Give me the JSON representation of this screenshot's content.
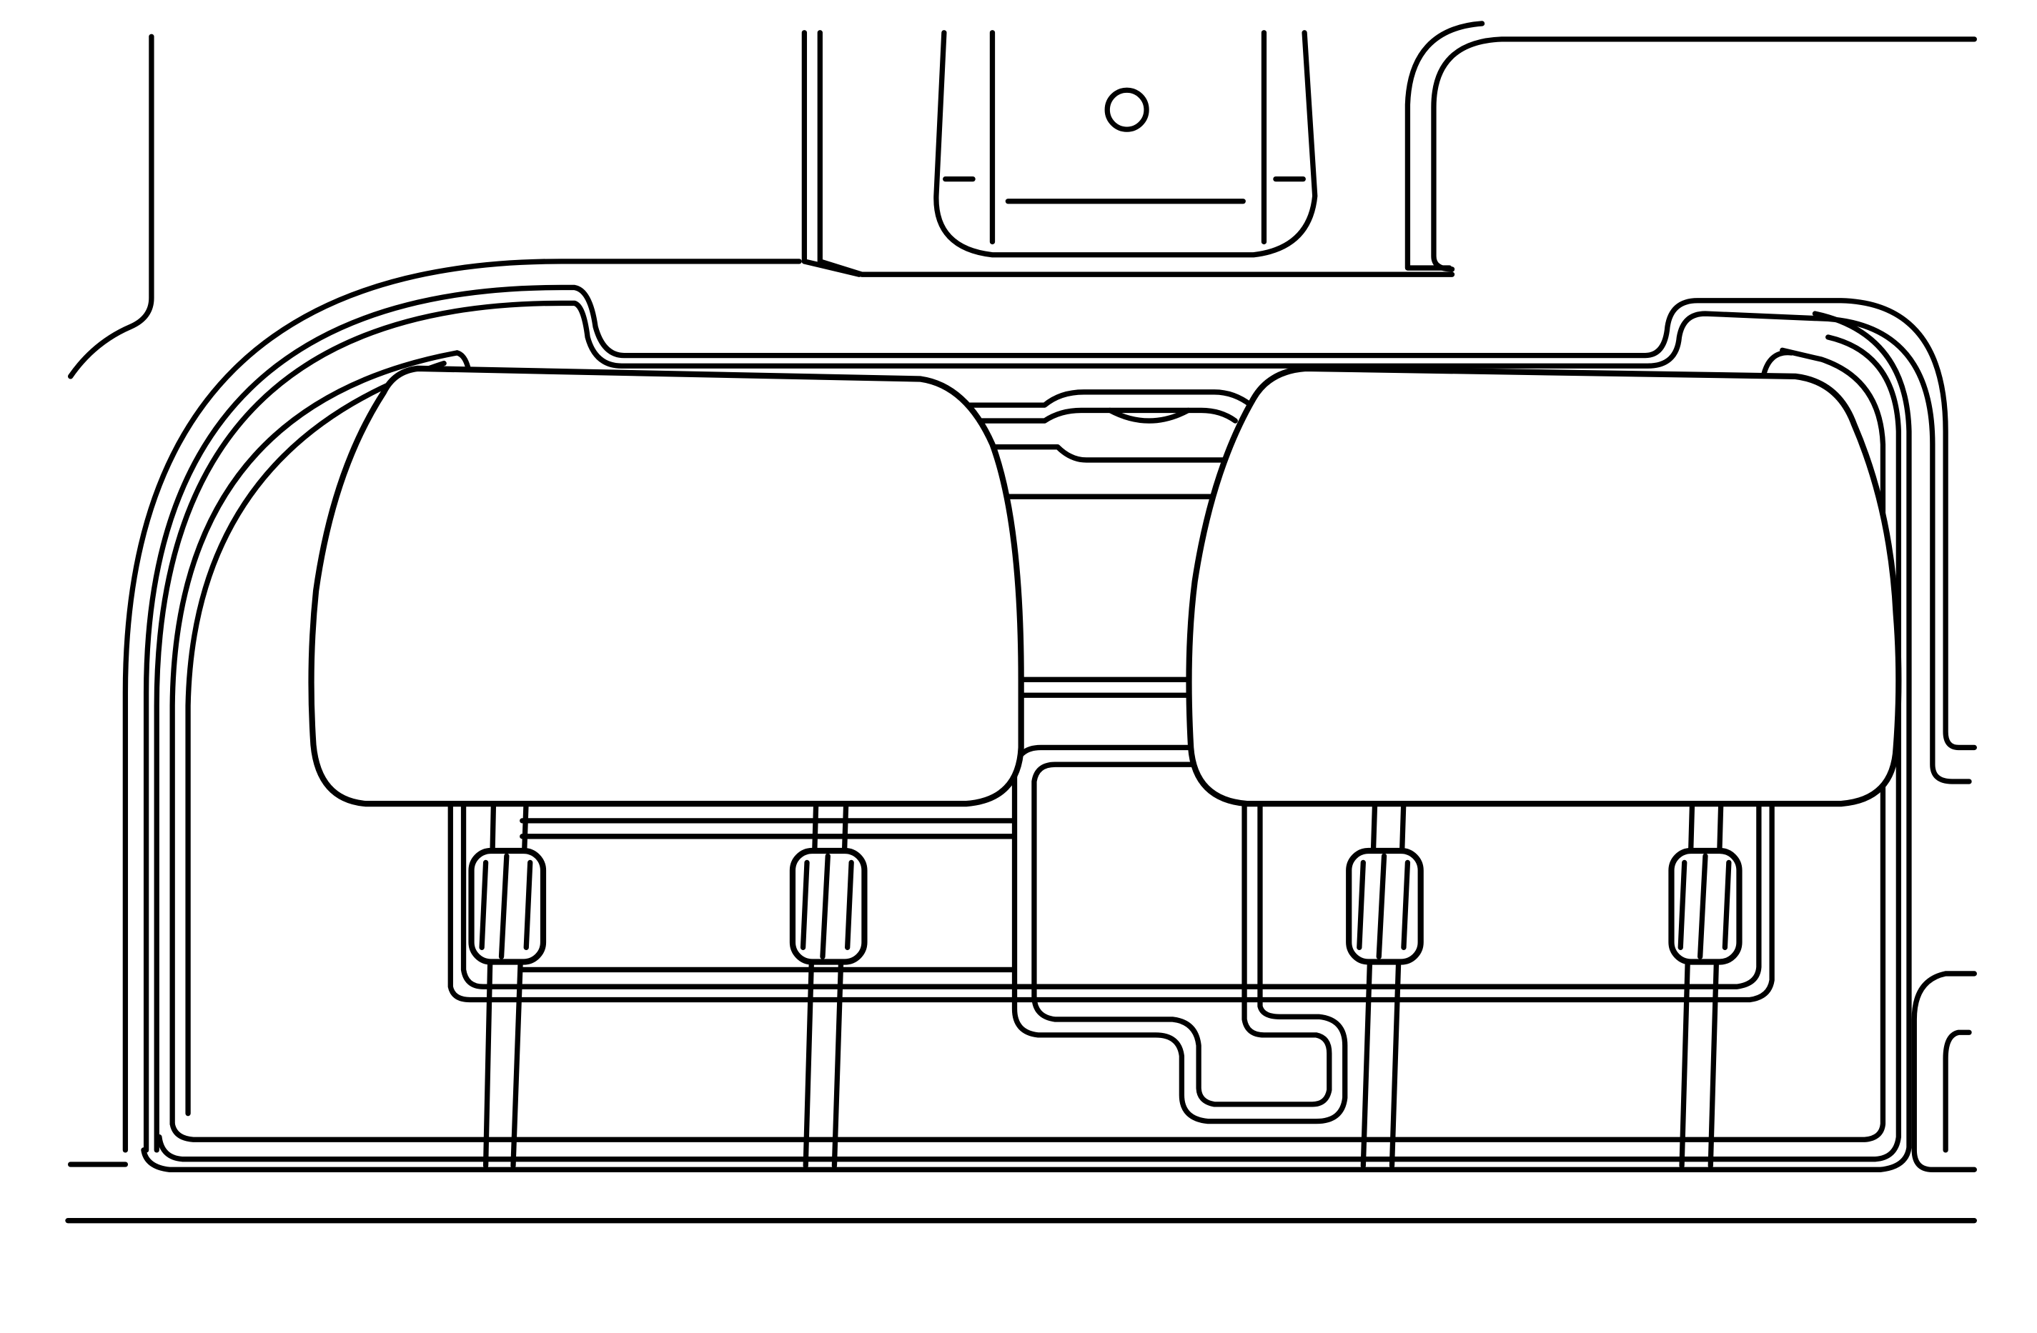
{
  "figure": {
    "kind": "line-art",
    "subject": "rear-seat-headrests",
    "colors": {
      "stroke": "#000000",
      "background": "#ffffff"
    },
    "headrests": [
      {
        "id": "left",
        "posts": 2
      },
      {
        "id": "right",
        "posts": 2
      }
    ],
    "labels": []
  }
}
